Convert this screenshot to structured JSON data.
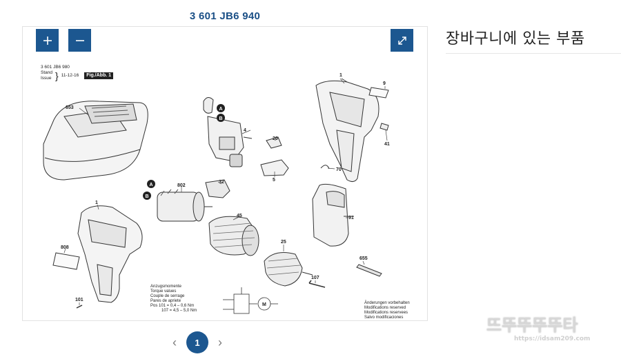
{
  "part_number": "3 601 JB6 940",
  "viewer": {
    "zoom_in_icon": "plus-icon",
    "zoom_out_icon": "minus-icon",
    "fullscreen_icon": "expand-icon",
    "meta": {
      "code": "3 601 JB6 980",
      "stand_label": "Stand",
      "issue_label": "Issue",
      "date": "11-12-16",
      "fig_label": "Fig./Abb. 1"
    },
    "callouts": [
      "1",
      "9",
      "41",
      "70",
      "653",
      "4",
      "20",
      "5",
      "A",
      "B",
      "802",
      "32",
      "45",
      "91",
      "1",
      "808",
      "25",
      "655",
      "107",
      "101"
    ],
    "torque": {
      "lines": [
        "Anzugsmomente",
        "Torque values",
        "Couple de serrage",
        "Pares de apriete"
      ],
      "row1": "Pos  101  =  0,4 – 0,6 Nm",
      "row2": "107  =  4,5 – 5,0 Nm"
    },
    "schematic_label": "M",
    "changes": [
      "Änderungen vorbehalten",
      "Modifications reserved",
      "Modifications reservees",
      "Salvo modificaciones"
    ]
  },
  "cart": {
    "title": "장바구니에 있는 부품"
  },
  "pagination": {
    "prev_icon": "chevron-left-icon",
    "next_icon": "chevron-right-icon",
    "current_page": "1"
  },
  "watermark": {
    "main": "뜨뚜뚜뚜뚜타",
    "url": "https://idsam209.com"
  },
  "colors": {
    "accent": "#1c5790",
    "title": "#1a4f86"
  }
}
